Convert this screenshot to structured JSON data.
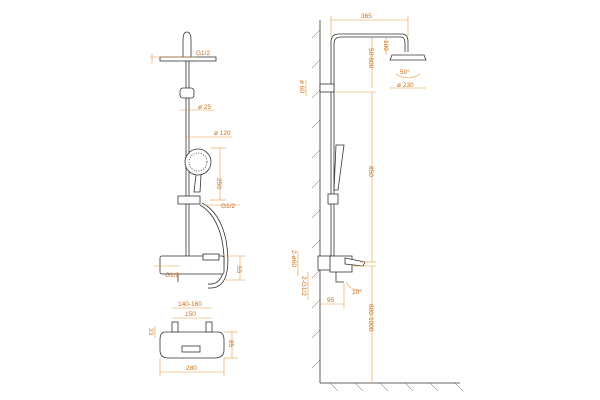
{
  "colors": {
    "dimension": "#e89a3c",
    "dimension_text": "#c8701a",
    "line": "#333333",
    "background": "#ffffff"
  },
  "front_view": {
    "labels": {
      "g12_top": "G1/2",
      "d25": "ø 25",
      "d120": "ø 120",
      "h250": "250",
      "g12_holder": "G1/2",
      "g12_mixer": "G1/2",
      "h55": "55",
      "w140_160": "140-160",
      "w150": "150",
      "h33": "33",
      "h85": "85",
      "w280": "280"
    }
  },
  "side_view": {
    "labels": {
      "w365": "365",
      "h100": "100",
      "h50_600": "50-600",
      "d60_top": "ø 60",
      "a50": "50°",
      "d230": "ø 230",
      "h850": "850",
      "d60_bottom": "2-ø60",
      "g12_pair": "2-G1/2",
      "a10": "10°",
      "w95": "95",
      "h600_1000": "600-1000"
    }
  }
}
